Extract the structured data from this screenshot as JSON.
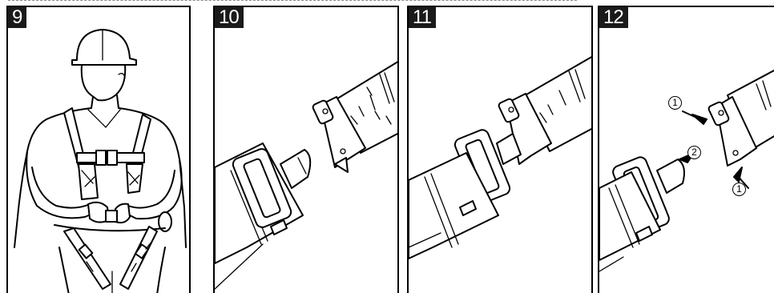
{
  "panels": [
    {
      "number": "9"
    },
    {
      "number": "10"
    },
    {
      "number": "11"
    },
    {
      "number": "12"
    }
  ],
  "callouts": {
    "squeeze_top": "1",
    "pull_apart": "2",
    "squeeze_bottom": "1"
  }
}
